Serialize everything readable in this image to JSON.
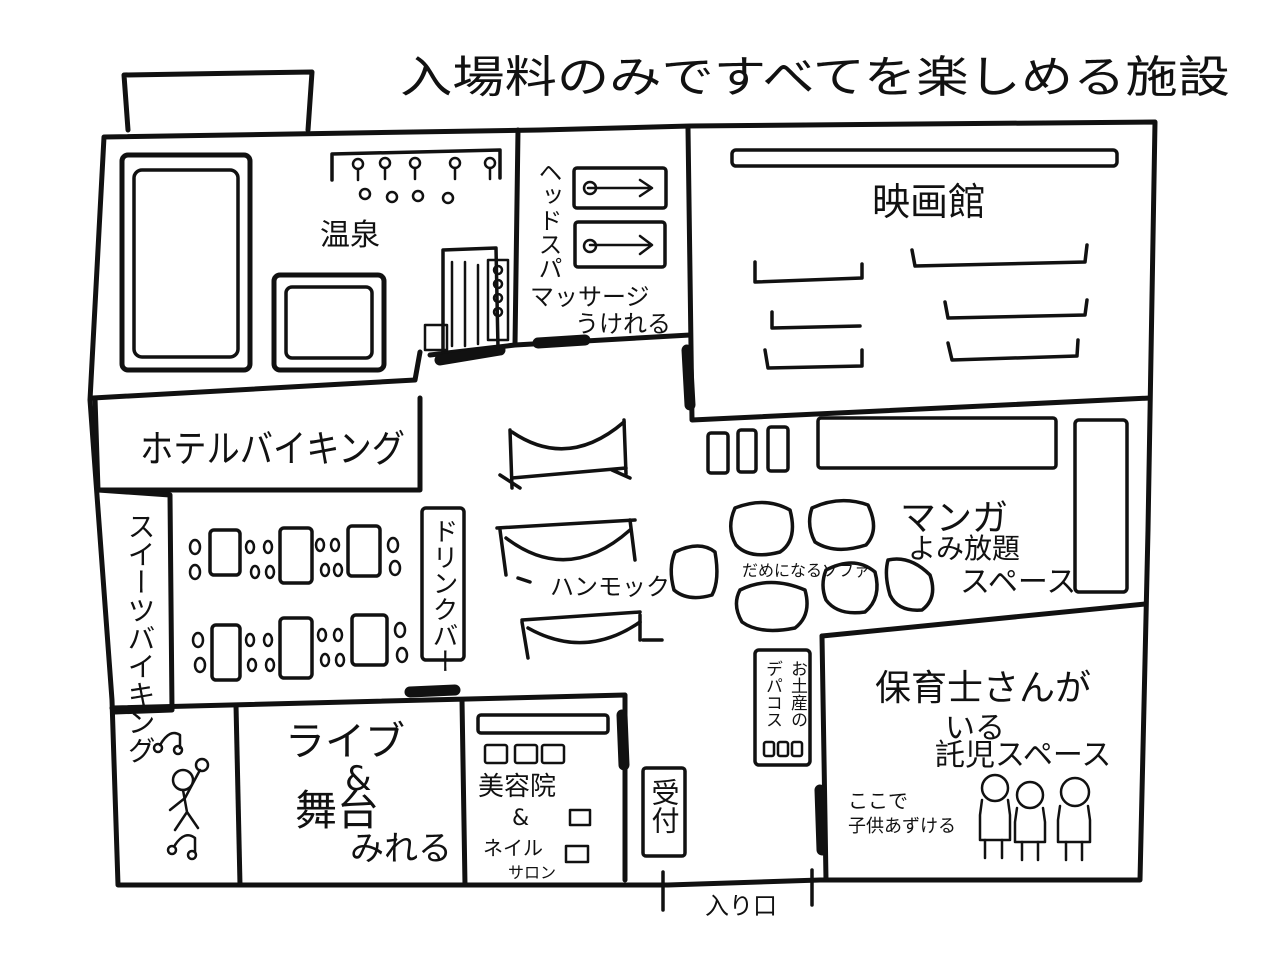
{
  "title": "入場料のみですべてを楽しめる施設",
  "rooms": {
    "onsen": "温泉",
    "headspa": "ヘッドスパ",
    "massage": [
      "マッサージ",
      "うけれる"
    ],
    "cinema": "映画館",
    "hotel_viking": "ホテルバイキング",
    "sweets_viking": "スイーツバイキング",
    "drink_bar": "ドリンクバー",
    "hammock": "ハンモック",
    "sofa": "だめになるソファ",
    "manga": [
      "マンガ",
      "よみ放題",
      "スペース"
    ],
    "souvenir": [
      "お土産の",
      "デパコス"
    ],
    "nursery": [
      "保育士さんが",
      "いる",
      "託児スペース"
    ],
    "nursery_note": [
      "ここで",
      "子供あずける"
    ],
    "live": [
      "ライブ",
      "&",
      "舞台",
      "みれる"
    ],
    "salon": [
      "美容院",
      "&",
      "ネイル",
      "サロン"
    ],
    "reception": "受付",
    "entrance": "入り口"
  }
}
